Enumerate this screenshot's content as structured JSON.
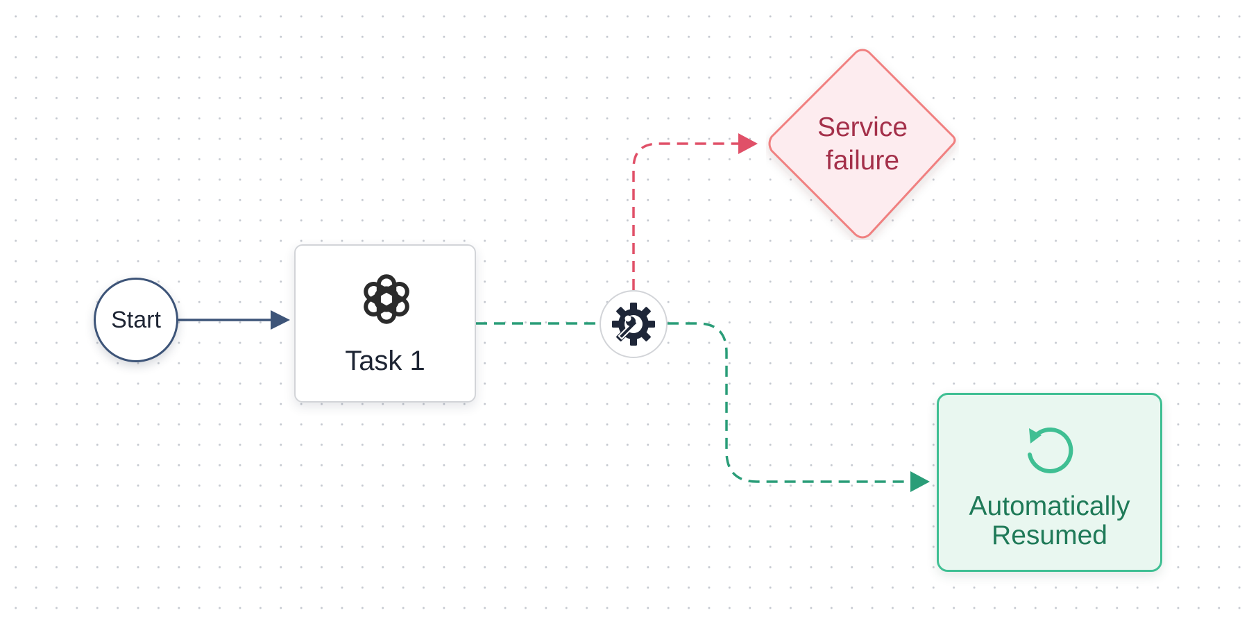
{
  "diagram": {
    "nodes": {
      "start": {
        "label": "Start",
        "shape": "circle",
        "color": "#3d5478"
      },
      "task": {
        "label": "Task 1",
        "icon": "openai-logo-icon",
        "shape": "rounded-rect",
        "color": "#d2d4d8"
      },
      "handler": {
        "icon": "gear-wrench-icon",
        "shape": "circle"
      },
      "failure": {
        "label_line1": "Service",
        "label_line2": "failure",
        "shape": "diamond",
        "color": "#f08080",
        "fill": "#fdecef",
        "text_color": "#a4304a"
      },
      "resumed": {
        "label_line1": "Automatically",
        "label_line2": "Resumed",
        "icon": "refresh-icon",
        "shape": "rounded-rect",
        "color": "#3fbf93",
        "fill": "#e9f7f0",
        "text_color": "#1f7a58"
      }
    },
    "edges": [
      {
        "from": "start",
        "to": "task",
        "style": "solid",
        "color": "#3d5478"
      },
      {
        "from": "task",
        "to": "handler",
        "style": "dashed",
        "color": "#2a9d78"
      },
      {
        "from": "handler",
        "to": "failure",
        "style": "dashed",
        "color": "#e05068"
      },
      {
        "from": "handler",
        "to": "resumed",
        "style": "dashed",
        "color": "#2a9d78"
      }
    ],
    "background": {
      "pattern": "dot-grid",
      "dot_color": "#c4c8cf"
    }
  }
}
